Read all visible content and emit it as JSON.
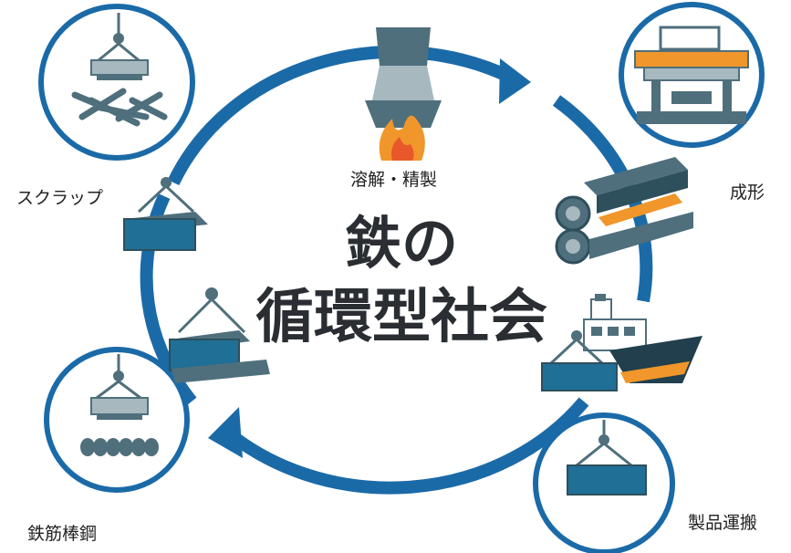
{
  "title": {
    "line1": "鉄の",
    "line2": "循環型社会"
  },
  "labels": {
    "melting": "溶解・精製",
    "forming": "成形",
    "scrap": "スクラップ",
    "transport": "製品運搬",
    "rebar": "鉄筋棒鋼"
  },
  "colors": {
    "cycle_arrow": "#1b6aa8",
    "circle_outline": "#1b6aa8",
    "steel_gray": "#4f6f7c",
    "steel_light": "#a7b8bf",
    "block_blue": "#1f6f96",
    "orange": "#f0962a",
    "flame_red": "#e8582a",
    "ship_dark": "#213f4d"
  },
  "icons": [
    "scrap-magnet-icon",
    "furnace-icon",
    "press-machine-icon",
    "rolling-mill-icon",
    "ship-icon",
    "crane-block-icon",
    "rebar-magnet-icon",
    "steel-slab-icon"
  ]
}
